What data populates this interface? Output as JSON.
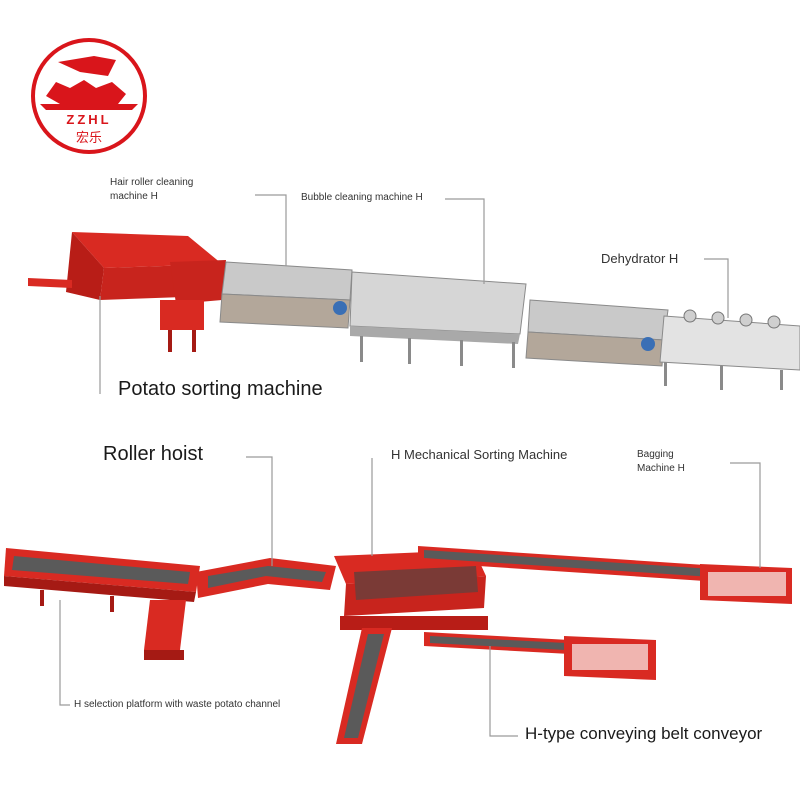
{
  "logo": {
    "brand": "ZZHL",
    "brand_cn": "宏乐",
    "color": "#d9151b"
  },
  "colors": {
    "machine_red": "#d92a22",
    "steel_grey": "#bfbfbf",
    "belt_dark": "#5a5a5a",
    "leader": "#9a9a9a",
    "motor_blue": "#3a6fb5"
  },
  "labels": {
    "hair_roller_line1": "Hair roller cleaning",
    "hair_roller_line2": "machine H",
    "bubble": "Bubble cleaning machine H",
    "dehydrator": "Dehydrator H",
    "potato_sorting": "Potato sorting machine",
    "roller_hoist": "Roller hoist",
    "mechanical_sorting": "H Mechanical Sorting Machine",
    "bagging_line1": "Bagging",
    "bagging_line2": "Machine H",
    "selection_platform": "H selection platform with waste potato channel",
    "conveying_belt": "H-type conveying belt conveyor"
  }
}
